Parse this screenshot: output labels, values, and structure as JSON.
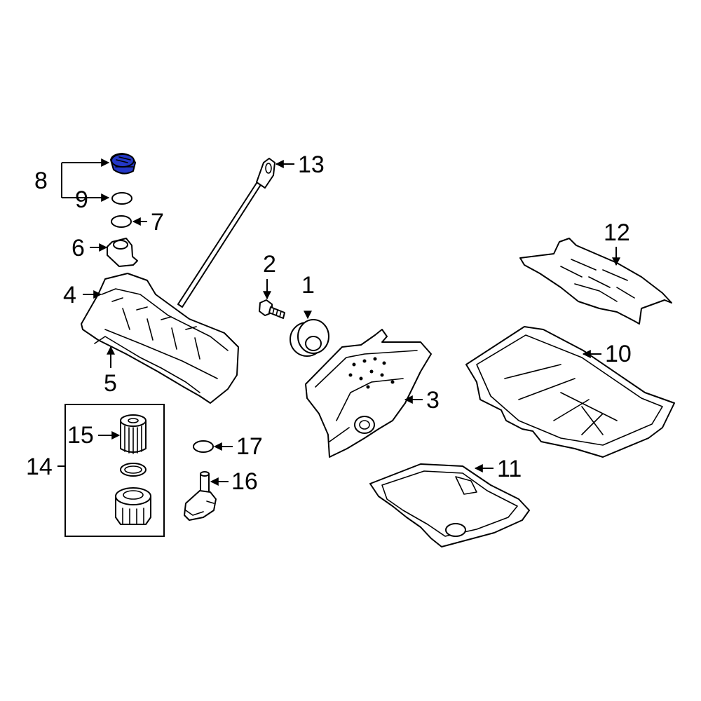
{
  "highlight_color": "#2438c8",
  "callouts": {
    "c1": "1",
    "c2": "2",
    "c3": "3",
    "c4": "4",
    "c5": "5",
    "c6": "6",
    "c7": "7",
    "c8": "8",
    "c9": "9",
    "c10": "10",
    "c11": "11",
    "c12": "12",
    "c13": "13",
    "c14": "14",
    "c15": "15",
    "c16": "16",
    "c17": "17"
  }
}
